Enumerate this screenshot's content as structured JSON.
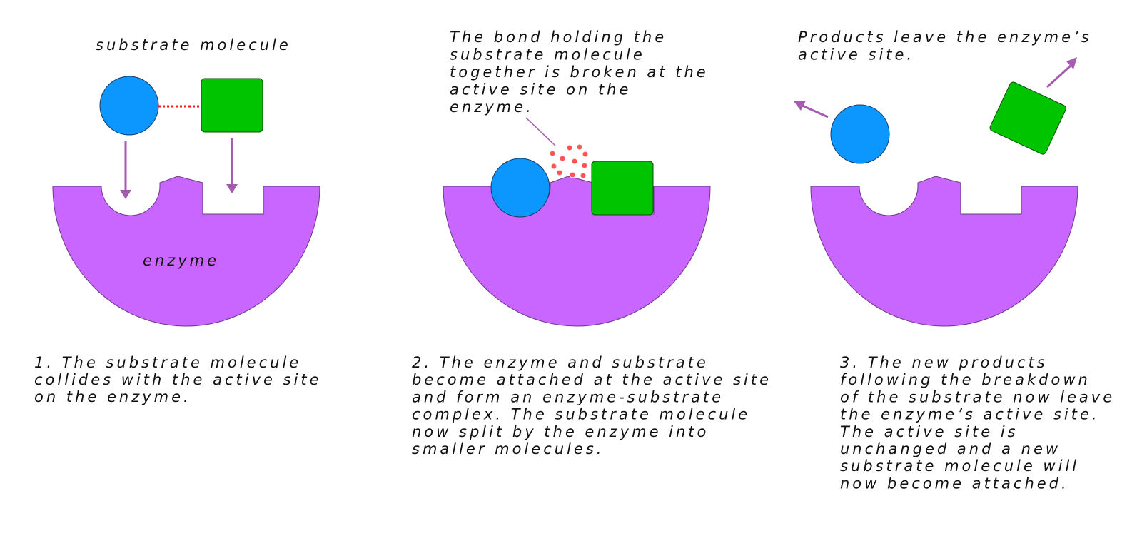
{
  "labels": {
    "substrate": "substrate molecule",
    "enzyme": "enzyme"
  },
  "callouts": {
    "bond": [
      "The bond holding the",
      "substrate molecule",
      "together is broken at the",
      "active site on the",
      "enzyme."
    ],
    "products": [
      "Products leave the enzyme’s",
      "active site."
    ]
  },
  "captions": {
    "step1": [
      "1.  The substrate molecule",
      "collides with the active site",
      "on the enzyme."
    ],
    "step2": [
      "2.  The enzyme and substrate",
      "become attached at the active site",
      "and form an enzyme-substrate",
      "complex.  The substrate molecule",
      "now split by the enzyme into",
      "smaller molecules."
    ],
    "step3": [
      "3.  The new products",
      "following the breakdown",
      "of the substrate now leave",
      "the enzyme’s active site.",
      "The active site is",
      "unchanged and a new",
      "substrate molecule will",
      "now become attached."
    ]
  },
  "colors": {
    "enzyme": "#c966ff",
    "substrate_circle": "#0b97ff",
    "substrate_square": "#00c400",
    "bond": "#ee1b1b",
    "arrow": "#a75bb0"
  }
}
